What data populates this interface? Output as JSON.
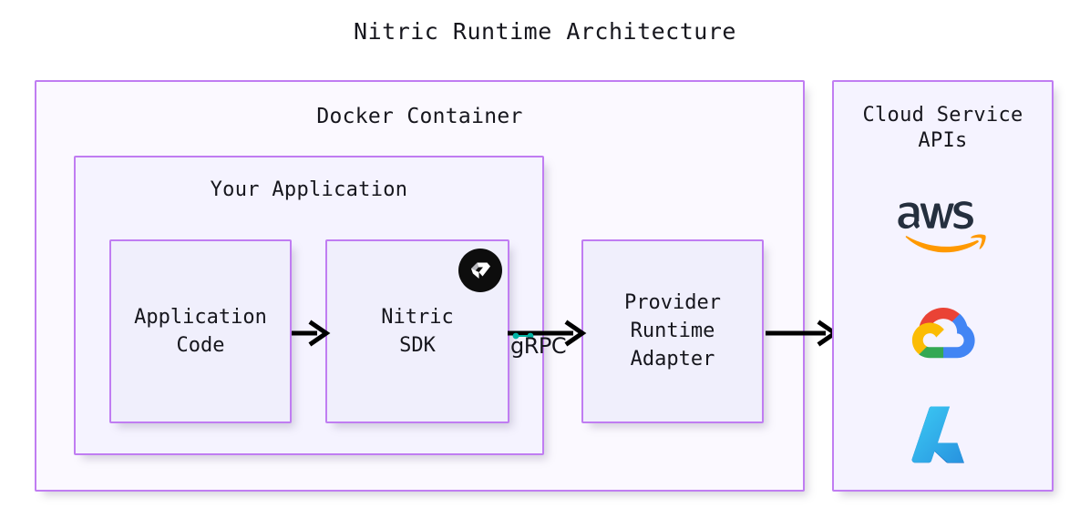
{
  "diagram": {
    "title": "Nitric Runtime Architecture",
    "type": "architecture-diagram",
    "background_color": "#ffffff",
    "accent_border_color": "#c07df2",
    "text_color": "#16161d"
  },
  "containers": {
    "docker": {
      "label": "Docker Container",
      "fill": "#fbf9ff"
    },
    "application": {
      "label": "Your Application",
      "fill": "#f5f3ff"
    },
    "cloud": {
      "label": "Cloud Service\nAPIs",
      "fill": "#f5f3ff"
    }
  },
  "nodes": [
    {
      "id": "application-code",
      "label": "Application\nCode"
    },
    {
      "id": "nitric-sdk",
      "label": "Nitric\nSDK",
      "badge": "nitric-logo"
    },
    {
      "id": "provider-runtime-adapter",
      "label": "Provider\nRuntime\nAdapter"
    }
  ],
  "edges": [
    {
      "id": "code-to-sdk",
      "from": "application-code",
      "to": "nitric-sdk",
      "label": ""
    },
    {
      "id": "sdk-to-adapter",
      "from": "nitric-sdk",
      "to": "provider-runtime-adapter",
      "label": "gRPC"
    },
    {
      "id": "adapter-to-cloud",
      "from": "provider-runtime-adapter",
      "to": "cloud-service-apis",
      "label": ""
    }
  ],
  "cloud_providers": [
    {
      "id": "aws",
      "name": "aws",
      "wordmark": "aws",
      "colors": {
        "text": "#252f3e",
        "smile": "#f90"
      }
    },
    {
      "id": "google-cloud",
      "name": "Google Cloud",
      "colors": {
        "red": "#ea4335",
        "yellow": "#fbbc04",
        "green": "#34a853",
        "blue": "#4285f4"
      }
    },
    {
      "id": "azure",
      "name": "Microsoft Azure",
      "colors": {
        "dark": "#0078d4",
        "light": "#50c7f4"
      }
    }
  ],
  "logos": {
    "nitric": {
      "circle": "#0d0d0d",
      "glyph": "#ffffff",
      "glyph_shade": "#b8b8bd"
    },
    "grpc": {
      "mark_color": "#00b3a4",
      "text": "gRPC"
    }
  }
}
